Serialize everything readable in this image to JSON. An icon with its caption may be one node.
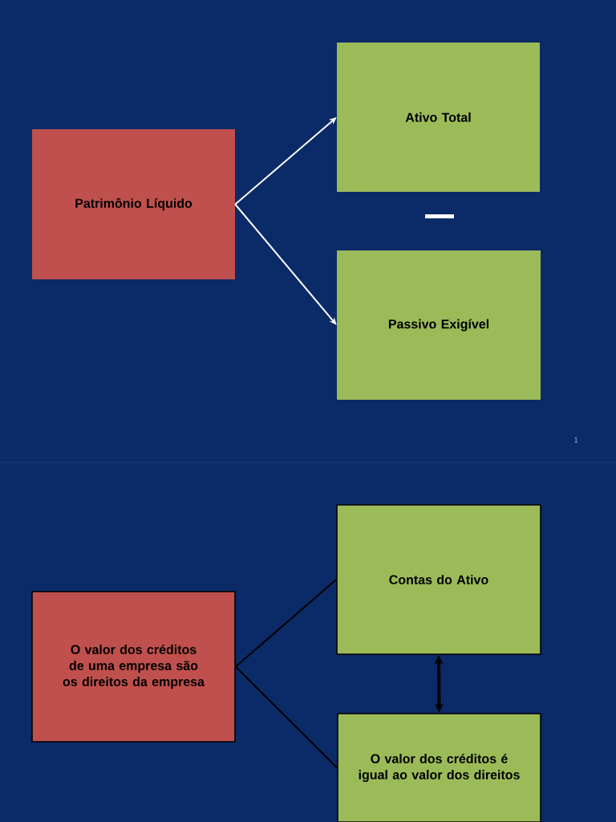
{
  "diagram": {
    "nodes": [
      {
        "text": [
          "Patrimônio Líquido"
        ]
      },
      {
        "text": [
          "Ativo Total"
        ]
      },
      {
        "text": [
          "Passivo Exigível"
        ]
      },
      {
        "text": [
          "O valor dos créditos de uma empresa são os direitos da empresa"
        ]
      },
      {
        "text": [
          "Contas do Ativo"
        ]
      },
      {
        "text": [
          "O valor dos créditos é igual ao valor dos direitos"
        ]
      }
    ],
    "edges": [
      {
        "from": 0,
        "to": 1,
        "arrow": "to",
        "color": "#ffffff"
      },
      {
        "from": 0,
        "to": 2,
        "arrow": "to",
        "color": "#ffffff"
      },
      {
        "from": 3,
        "to": 4,
        "arrow": "none"
      },
      {
        "from": 3,
        "to": 5,
        "arrow": "none"
      },
      {
        "from": 4,
        "to": 5,
        "arrow": "both",
        "style": "thick"
      }
    ],
    "labels": [
      "1"
    ]
  }
}
